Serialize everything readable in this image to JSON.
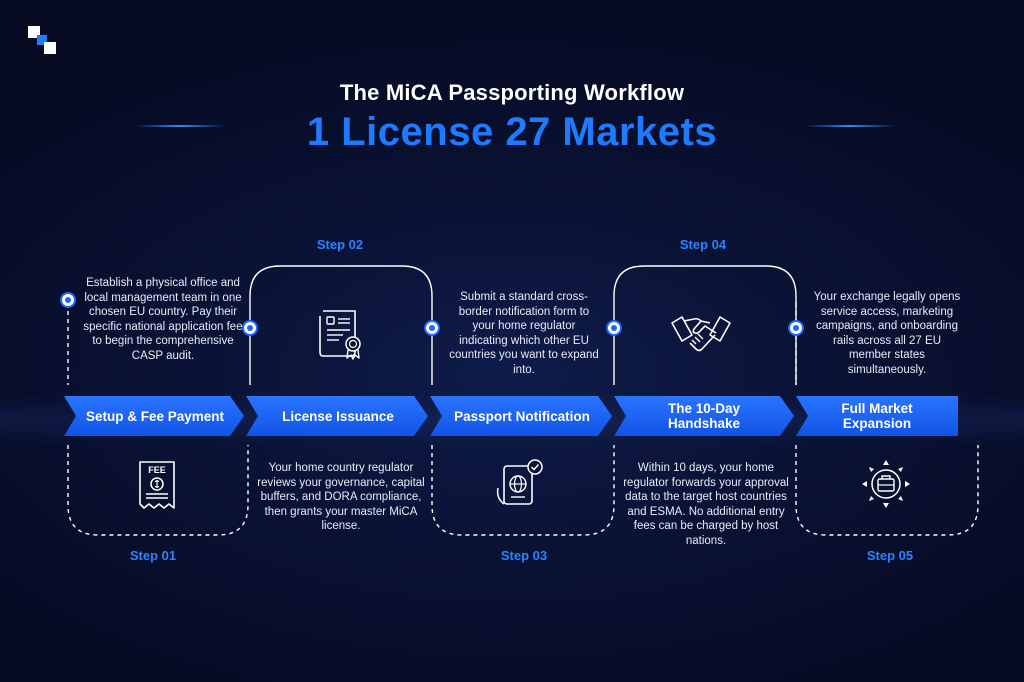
{
  "header": {
    "title": "The MiCA Passporting Workflow",
    "subtitle": "1 License 27 Markets"
  },
  "steps": [
    {
      "label": "Step 01",
      "title": "Setup & Fee Payment",
      "description": "Establish a physical office and local management team in one chosen EU country. Pay their specific national application fee to begin the comprehensive CASP audit.",
      "icon": "fee-receipt-icon",
      "icon_text": "FEE"
    },
    {
      "label": "Step 02",
      "title": "License Issuance",
      "description": "Your home country regulator reviews your governance, capital buffers, and DORA compliance, then grants your master MiCA license.",
      "icon": "certificate-icon"
    },
    {
      "label": "Step 03",
      "title": "Passport Notification",
      "description": "Submit a standard cross-border notification form to your home regulator indicating which other EU countries you want to expand into.",
      "icon": "passport-check-icon"
    },
    {
      "label": "Step 04",
      "title": "The 10-Day Handshake",
      "description": "Within 10 days, your home regulator forwards your approval data to the target host countries and ESMA. No additional entry fees can be charged by host nations.",
      "icon": "handshake-icon"
    },
    {
      "label": "Step 05",
      "title": "Full Market Expansion",
      "description": "Your exchange legally opens service access, marketing campaigns, and onboarding rails across all 27 EU member states simultaneously.",
      "icon": "expansion-briefcase-icon"
    }
  ],
  "colors": {
    "background": "#0a1235",
    "accent": "#1e7bff",
    "arrow": "#1a5ff0",
    "step_label": "#2a84ff"
  }
}
